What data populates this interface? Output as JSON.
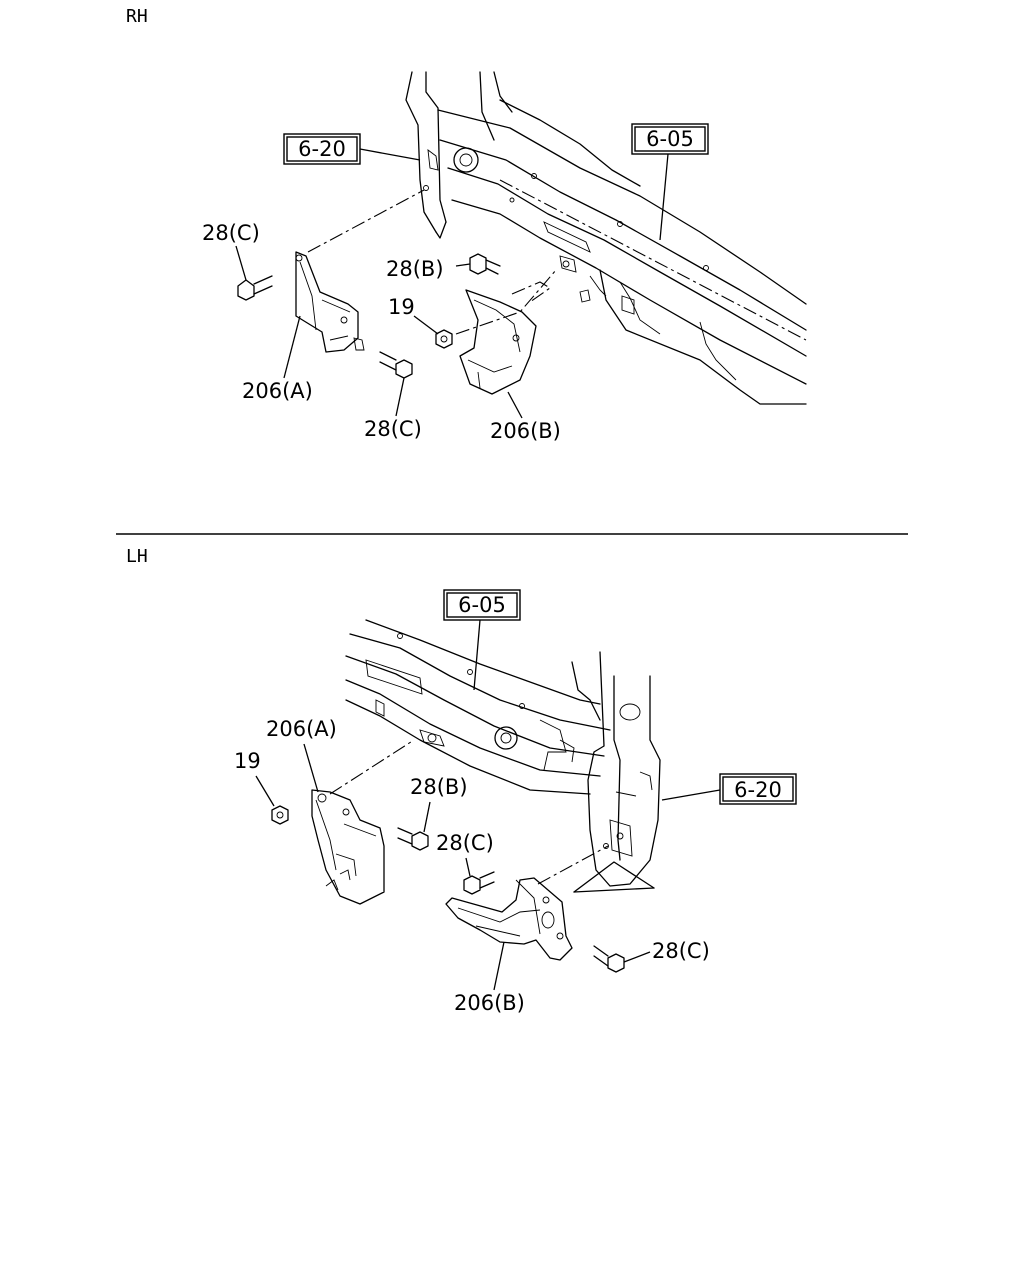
{
  "sections": {
    "rh": {
      "title": "RH",
      "refs": {
        "frame_rail": "6-20",
        "crossmember": "6-05"
      },
      "callouts": {
        "bolt_c_upper": "28(C)",
        "bolt_b": "28(B)",
        "nut": "19",
        "bracket_a": "206(A)",
        "bolt_c_lower": "28(C)",
        "bracket_b": "206(B)"
      }
    },
    "lh": {
      "title": "LH",
      "refs": {
        "crossmember": "6-05",
        "frame_rail": "6-20"
      },
      "callouts": {
        "bracket_a": "206(A)",
        "nut": "19",
        "bolt_b": "28(B)",
        "bolt_c_upper": "28(C)",
        "bolt_c_lower": "28(C)",
        "bracket_b": "206(B)"
      }
    }
  }
}
